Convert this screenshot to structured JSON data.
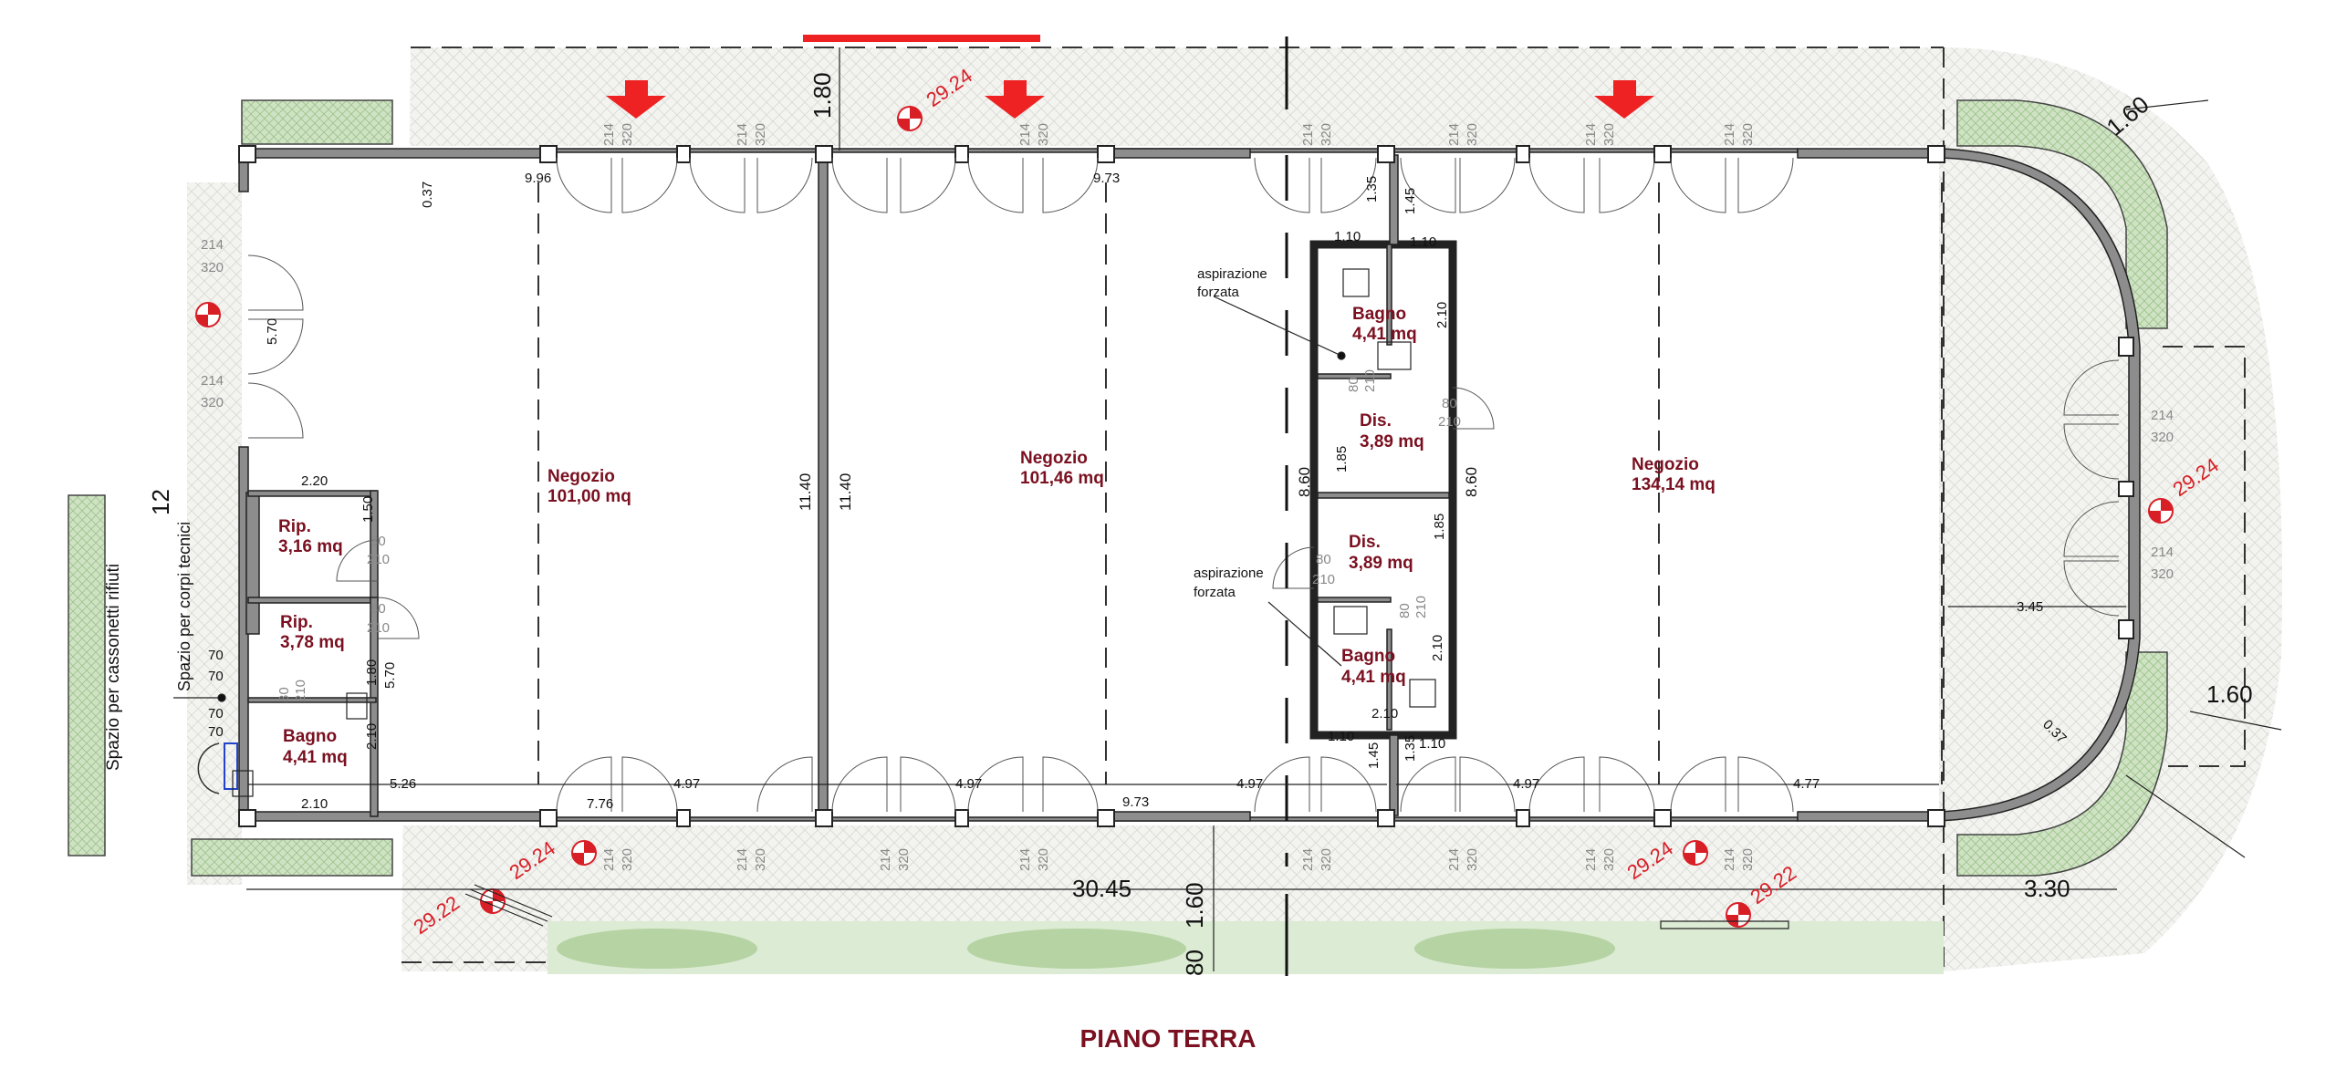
{
  "title": "PIANO TERRA",
  "rooms": {
    "negozio_a": {
      "name": "Negozio",
      "area": "101,00 mq"
    },
    "negozio_b": {
      "name": "Negozio",
      "area": "101,46 mq"
    },
    "negozio_c": {
      "name": "Negozio",
      "area": "134,14 mq"
    },
    "bagno_top": {
      "name": "Bagno",
      "area": "4,41 mq"
    },
    "dis_top": {
      "name": "Dis.",
      "area": "3,89 mq"
    },
    "dis_bot": {
      "name": "Dis.",
      "area": "3,89 mq"
    },
    "bagno_bot": {
      "name": "Bagno",
      "area": "4,41 mq"
    },
    "rip_1": {
      "name": "Rip.",
      "area": "3,16 mq"
    },
    "rip_2": {
      "name": "Rip.",
      "area": "3,78 mq"
    },
    "bagno_left": {
      "name": "Bagno",
      "area": "4,41 mq"
    }
  },
  "notes": {
    "asp1_l1": "aspirazione",
    "asp1_l2": "forzata",
    "asp2_l1": "aspirazione",
    "asp2_l2": "forzata",
    "cassonetti": "Spazio per cassonetti rifiuti",
    "corpi": "Spazio per corpi tecnici"
  },
  "dims": {
    "d_180": "1.80",
    "d_037a": "0.37",
    "d_996": "9.96",
    "d_973a": "9.73",
    "d_135a": "1.35",
    "d_145a": "1.45",
    "d_110a": "1.10",
    "d_110b": "1.10",
    "d_210a": "2.10",
    "d_570a": "5.70",
    "d_220": "2.20",
    "d_150": "1.50",
    "d_1140a": "11.40",
    "d_1140b": "11.40",
    "d_860a": "8.60",
    "d_860b": "8.60",
    "d_185a": "1.85",
    "d_185b": "1.85",
    "d_210b": "2.10",
    "d_110c": "1.10",
    "d_210c": "2.10",
    "d_110d": "1.10",
    "d_145b": "1.45",
    "d_135b": "1.35",
    "d_345": "3.45",
    "d_160a": "1.60",
    "d_160b": "1.60",
    "d_037b": "0.37",
    "d_570b": "5.70",
    "d_180b": "1.80",
    "d_210d": "2.10",
    "d_526": "5.26",
    "d_210e": "2.10",
    "d_776": "7.76",
    "d_497a": "4.97",
    "d_497b": "4.97",
    "d_973b": "9.73",
    "d_497c": "4.97",
    "d_497d": "4.97",
    "d_477": "4.77",
    "d_3045": "30.45",
    "d_160c": "1.60",
    "d_330": "3.30",
    "d_12": "12",
    "d_70a": "70",
    "d_70b": "70",
    "d_70c": "70",
    "d_70d": "70",
    "d_80cut": "80"
  },
  "door_codes": {
    "w": "214",
    "h": "320",
    "dw": "80",
    "dh": "210"
  },
  "levels": {
    "top": "29.24",
    "right": "29.24",
    "bot_left": "29.24",
    "bot_mid": "29.24",
    "bot_left_ramp": "29.22",
    "bot_mid_ramp": "29.22"
  },
  "colors": {
    "room_label": "#7a1020",
    "level_mark": "#d81f26",
    "arrow": "#ee2222",
    "wall": "#8d8d8d",
    "green": "#b9d4ad"
  }
}
